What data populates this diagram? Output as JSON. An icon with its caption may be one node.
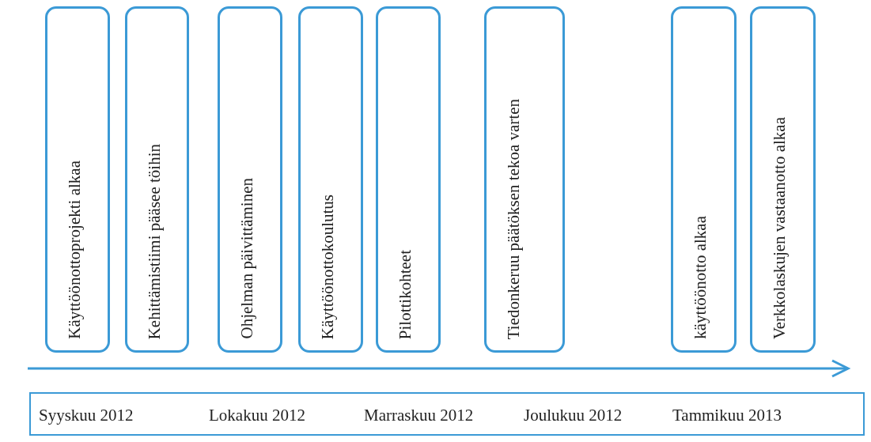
{
  "diagram": {
    "nodes": [
      {
        "text": [
          "Käyttöönottoprojekti alkaa"
        ]
      },
      {
        "text": [
          "Kehittämistiimi pääsee töihin"
        ]
      },
      {
        "text": [
          "Ohjelman päivittäminen"
        ]
      },
      {
        "text": [
          "Käyttöönottokoulutus"
        ]
      },
      {
        "text": [
          "Pilottikohteet"
        ]
      },
      {
        "text": [
          "Tiedonkeruu päätöksen tekoa varten"
        ]
      },
      {
        "text": [
          "käyttöönotto alkaa"
        ]
      },
      {
        "text": [
          "Verkkolaskujen vastaanotto alkaa"
        ]
      },
      {
        "text": [
          "Syyskuu 2012",
          "Lokakuu 2012",
          "Marraskuu 2012",
          "Joulukuu 2012",
          "Tammikuu 2013"
        ]
      }
    ]
  }
}
